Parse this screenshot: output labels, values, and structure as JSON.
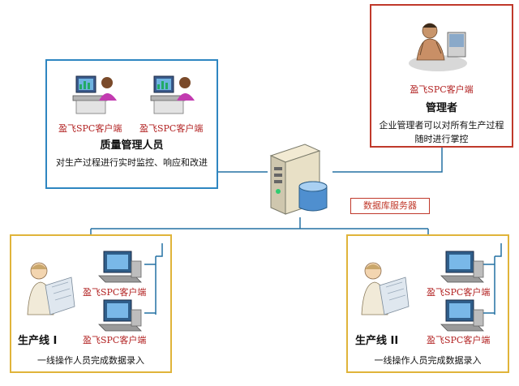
{
  "quality_group": {
    "client_1": "盈飞SPC客户端",
    "client_2": "盈飞SPC客户端",
    "title": "质量管理人员",
    "description": "对生产过程进行实时监控、响应和改进"
  },
  "manager_group": {
    "client": "盈飞SPC客户端",
    "title": "管理者",
    "description": "企业管理者可以对所有生产过程随时进行掌控"
  },
  "server": {
    "label": "数据库服务器"
  },
  "line_1": {
    "title": "生产线 I",
    "client_1": "盈飞SPC客户端",
    "client_2": "盈飞SPC客户端",
    "description": "一线操作人员完成数据录入"
  },
  "line_2": {
    "title": "生产线 II",
    "client_1": "盈飞SPC客户端",
    "client_2": "盈飞SPC客户端",
    "description": "一线操作人员完成数据录入"
  },
  "colors": {
    "quality_border": "#2e86c1",
    "manager_border": "#c0392b",
    "line_border": "#e0b43a",
    "client_label": "#b22222",
    "connector": "#2471a3"
  }
}
